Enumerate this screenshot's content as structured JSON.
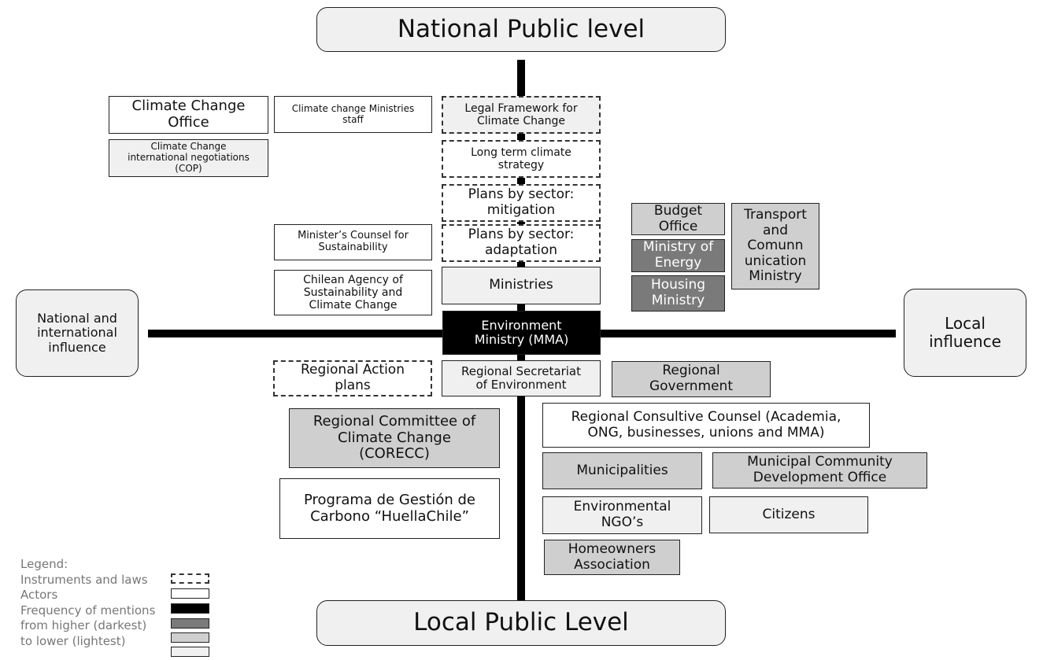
{
  "levels": {
    "top": "National Public level",
    "bottom": "Local Public Level",
    "left": "National and\ninternational\ninfluence",
    "right": "Local\ninfluence"
  },
  "center": "Environment\nMinistry (MMA)",
  "boxes": {
    "climate_change_office": "Climate Change\nOffice",
    "climate_change_ministries_staff": "Climate change Ministries\nstaff",
    "legal_framework": "Legal Framework for\nClimate Change",
    "cop_negotiations": "Climate Change\ninternational negotiations\n(COP)",
    "long_term_strategy": "Long term climate\nstrategy",
    "plans_mitigation": "Plans by sector:\nmitigation",
    "plans_adaptation": "Plans by sector:\nadaptation",
    "budget_office": "Budget\nOffice",
    "transport_ministry": "Transport\nand\nComunn\nunication\nMinistry",
    "ministry_energy": "Ministry of\nEnergy",
    "housing_ministry": "Housing\nMinistry",
    "ministers_counsel": "Minister’s Counsel for\nSustainability",
    "chilean_agency": "Chilean Agency of\nSustainability and\nClimate Change",
    "ministries": "Ministries",
    "regional_action_plans": "Regional Action\nplans",
    "regional_secretariat": "Regional Secretariat\nof Environment",
    "regional_government": "Regional\nGovernment",
    "corecc": "Regional Committee of\nClimate Change\n(CORECC)",
    "regional_consultive": "Regional Consultive Counsel (Academia,\nONG, businesses, unions and MMA)",
    "municipalities": "Municipalities",
    "municipal_community": "Municipal Community\nDevelopment Office",
    "huellachile": "Programa de Gestión de\nCarbono “HuellaChile”",
    "environmental_ngos": "Environmental\nNGO’s",
    "citizens": "Citizens",
    "homeowners": "Homeowners\nAssociation"
  },
  "legend": {
    "title": "Legend:",
    "instruments": "Instruments and laws",
    "actors": "Actors",
    "freq1": "Frequency of mentions",
    "freq2": "from higher (darkest)",
    "freq3": "to lower (lightest)"
  },
  "colors": {
    "darkest": "#000000",
    "dark": "#7a7a7a",
    "medium": "#cfcfcf",
    "light": "#f0f0f0",
    "white": "#ffffff"
  }
}
